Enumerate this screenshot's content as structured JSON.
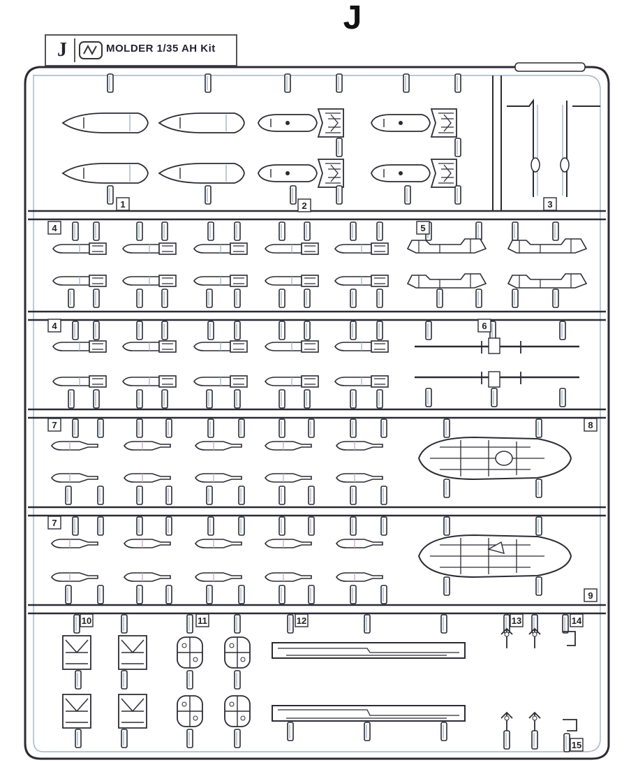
{
  "sprue_letter": "J",
  "tag": {
    "letter": "J",
    "brand_text": "MOLDER 1/35 AH Kit"
  },
  "part_numbers": [
    "1",
    "2",
    "3",
    "4",
    "5",
    "4",
    "6",
    "7",
    "8",
    "7",
    "9",
    "10",
    "11",
    "12",
    "13",
    "14",
    "15"
  ],
  "colors": {
    "line": "#2b2b35",
    "runner_tint": "#9fb6c8",
    "tab_tint": "#c8a9b8"
  },
  "icons": [
    "manufacturer-logo-icon"
  ]
}
